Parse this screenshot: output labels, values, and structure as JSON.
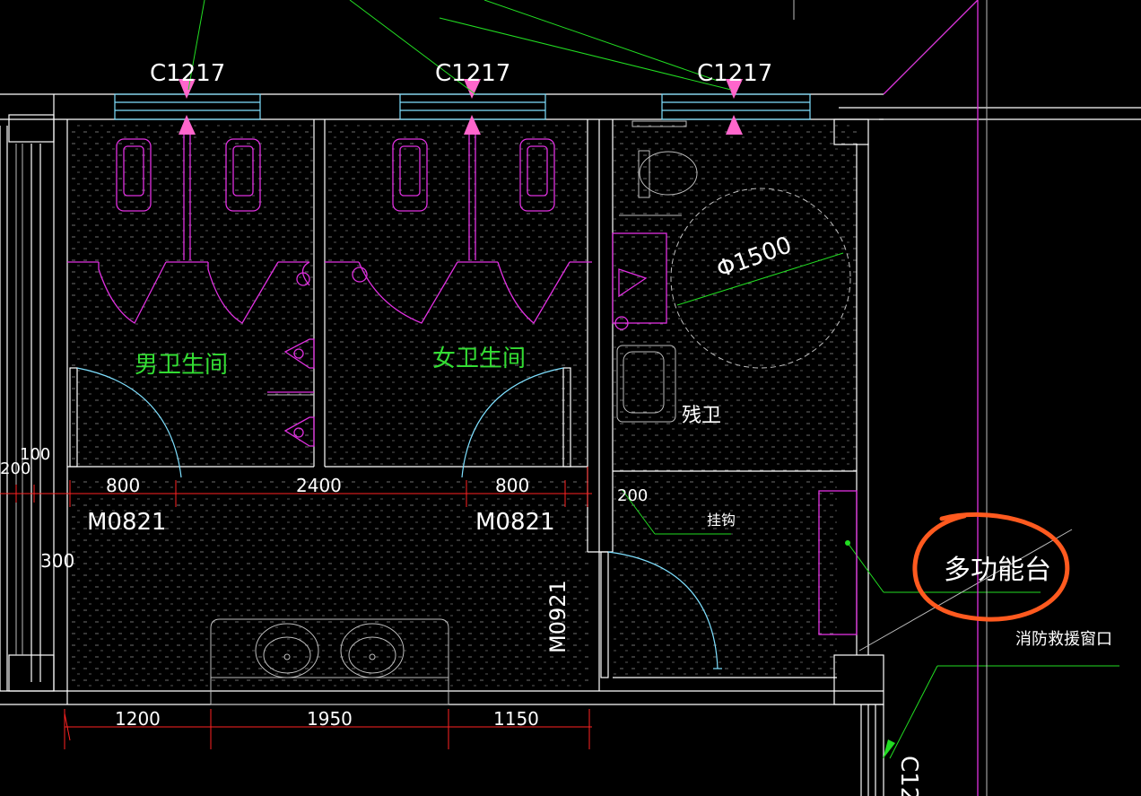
{
  "drawing": {
    "windows": [
      "C1217",
      "C1217",
      "C1217"
    ],
    "window_partial": "C12",
    "rooms": {
      "men": "男卫生间",
      "women": "女卫生间",
      "accessible": "残卫",
      "turning_circle": "Φ1500"
    },
    "doors": {
      "men_door": "M0821",
      "women_door": "M0821",
      "accessible_door": "M0921"
    },
    "labels": {
      "hook": "挂钩",
      "multi_function_table": "多功能台",
      "fire_rescue_window": "消防救援窗口"
    },
    "dimensions": {
      "row1": [
        "800",
        "2400",
        "800"
      ],
      "row1_right": "200",
      "left_top_a": "100",
      "left_top_b": "200",
      "left_side": "300",
      "bottom": [
        "1200",
        "1950",
        "1150"
      ]
    }
  },
  "colors": {
    "background": "#000000",
    "walls": "#ffffff",
    "dimension": "#ff2222",
    "fixtures": "#e030e0",
    "door_swing": "#7fe0ff",
    "leaders": "#22dd22",
    "highlight_circle": "#ff5a1f"
  }
}
